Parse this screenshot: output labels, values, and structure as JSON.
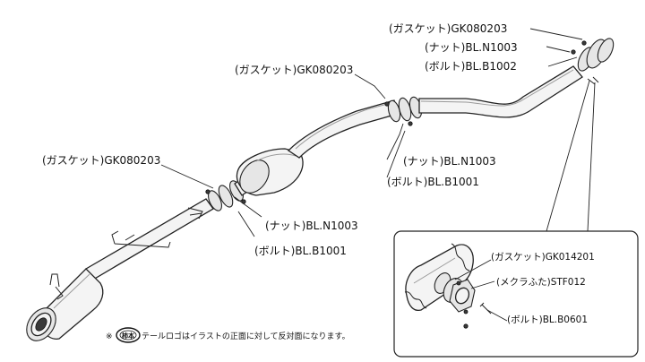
{
  "labels": {
    "gasket_top": "(ガスケット)GK080203",
    "nut_top": "(ナット)BL.N1003",
    "bolt_top": "(ボルト)BL.B1002",
    "gasket_mid": "(ガスケット)GK080203",
    "nut_mid": "(ナット)BL.N1003",
    "bolt_mid": "(ボルト)BL.B1001",
    "gasket_left": "(ガスケット)GK080203",
    "nut_left": "(ナット)BL.N1003",
    "bolt_left": "(ボルト)BL.B1001"
  },
  "detail": {
    "gasket": "(ガスケット)GK014201",
    "cap": "(メクラふた)STF012",
    "bolt": "(ボルト)BL.B0601"
  },
  "footnote": {
    "mark": "※",
    "logo": "柿本",
    "text": "テールロゴはイラストの正面に対して反対面になります。"
  }
}
